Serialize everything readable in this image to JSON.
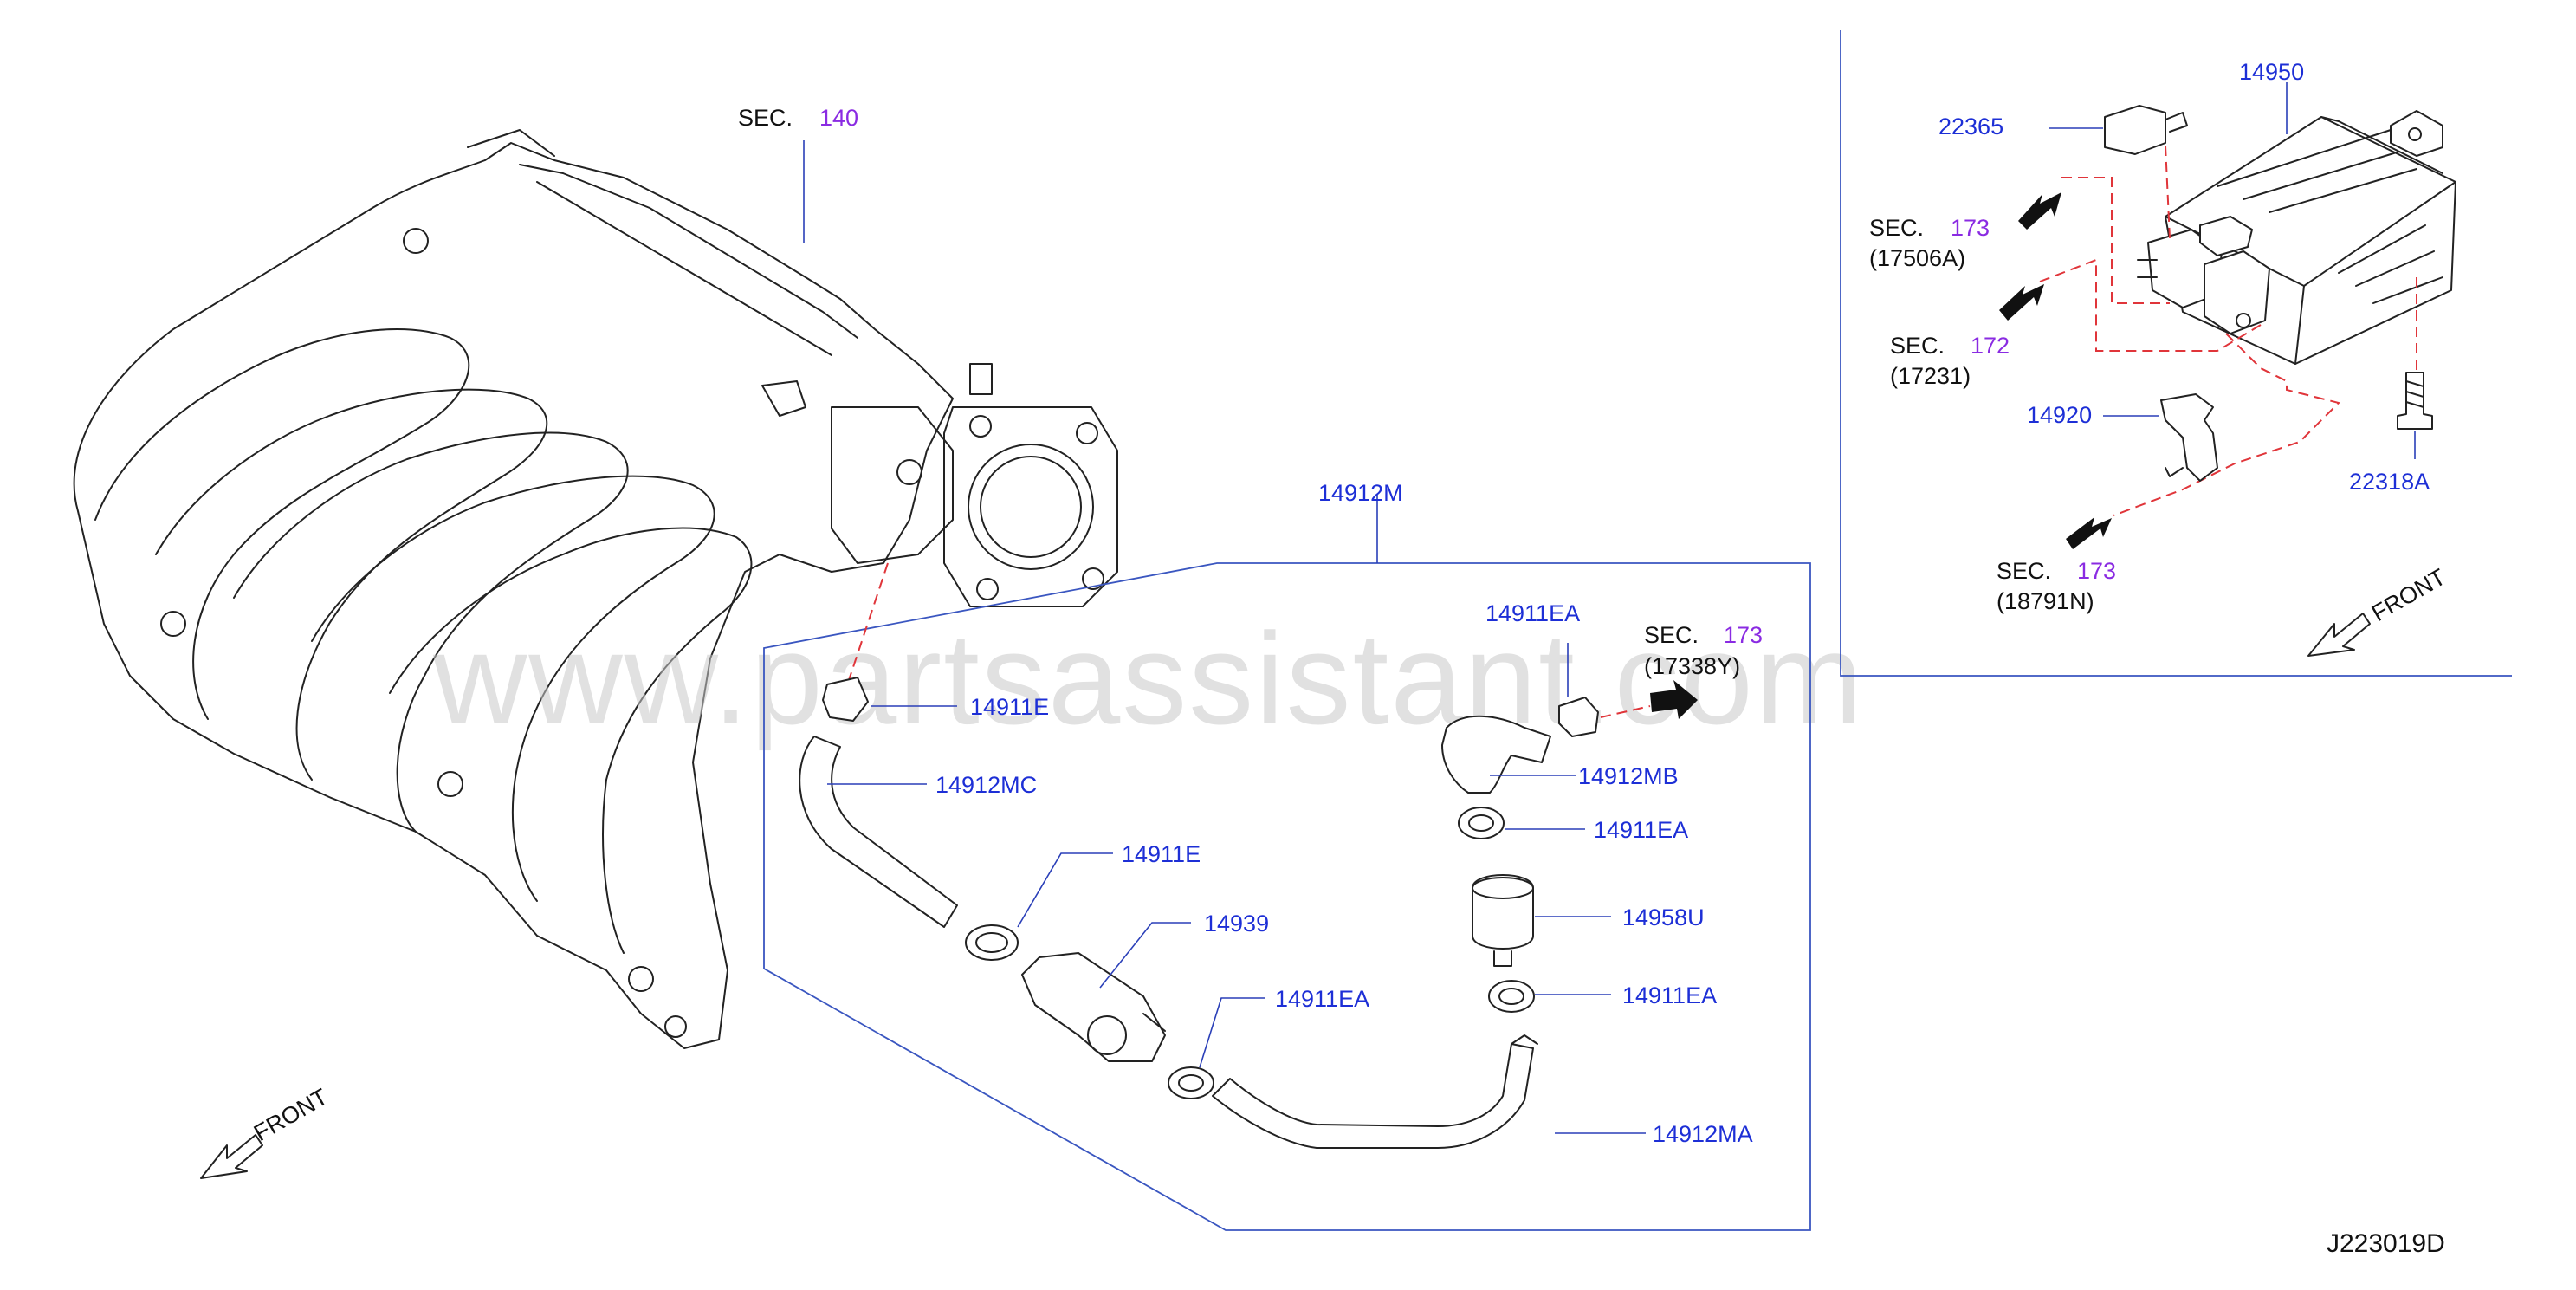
{
  "colors": {
    "part_number": "#1d2fd6",
    "section_number": "#8a2be2",
    "leader": "#2a3fb8",
    "guide_dash": "#e0353a",
    "watermark": "#c9c9c9"
  },
  "watermark": "www.partsassistant.com",
  "diagram_id": "J223019D",
  "front_label": "FRONT",
  "sec_prefix": "SEC.",
  "sections": {
    "sec140": {
      "num": "140"
    },
    "sec173_top": {
      "num": "173",
      "ref": "(17338Y)"
    },
    "sec173_a": {
      "num": "173",
      "ref": "(17506A)"
    },
    "sec172": {
      "num": "172",
      "ref": "(17231)"
    },
    "sec173_b": {
      "num": "173",
      "ref": "(18791N)"
    }
  },
  "parts": {
    "p14912M": "14912M",
    "p14911E_top": "14911E",
    "p14912MC": "14912MC",
    "p14911E_mid": "14911E",
    "p14939": "14939",
    "p14911EA_low": "14911EA",
    "p14911EA_top": "14911EA",
    "p14912MB": "14912MB",
    "p14911EA_right1": "14911EA",
    "p14958U": "14958U",
    "p14911EA_right2": "14911EA",
    "p14912MA": "14912MA",
    "p14950": "14950",
    "p22365": "22365",
    "p14920": "14920",
    "p22318A": "22318A"
  }
}
